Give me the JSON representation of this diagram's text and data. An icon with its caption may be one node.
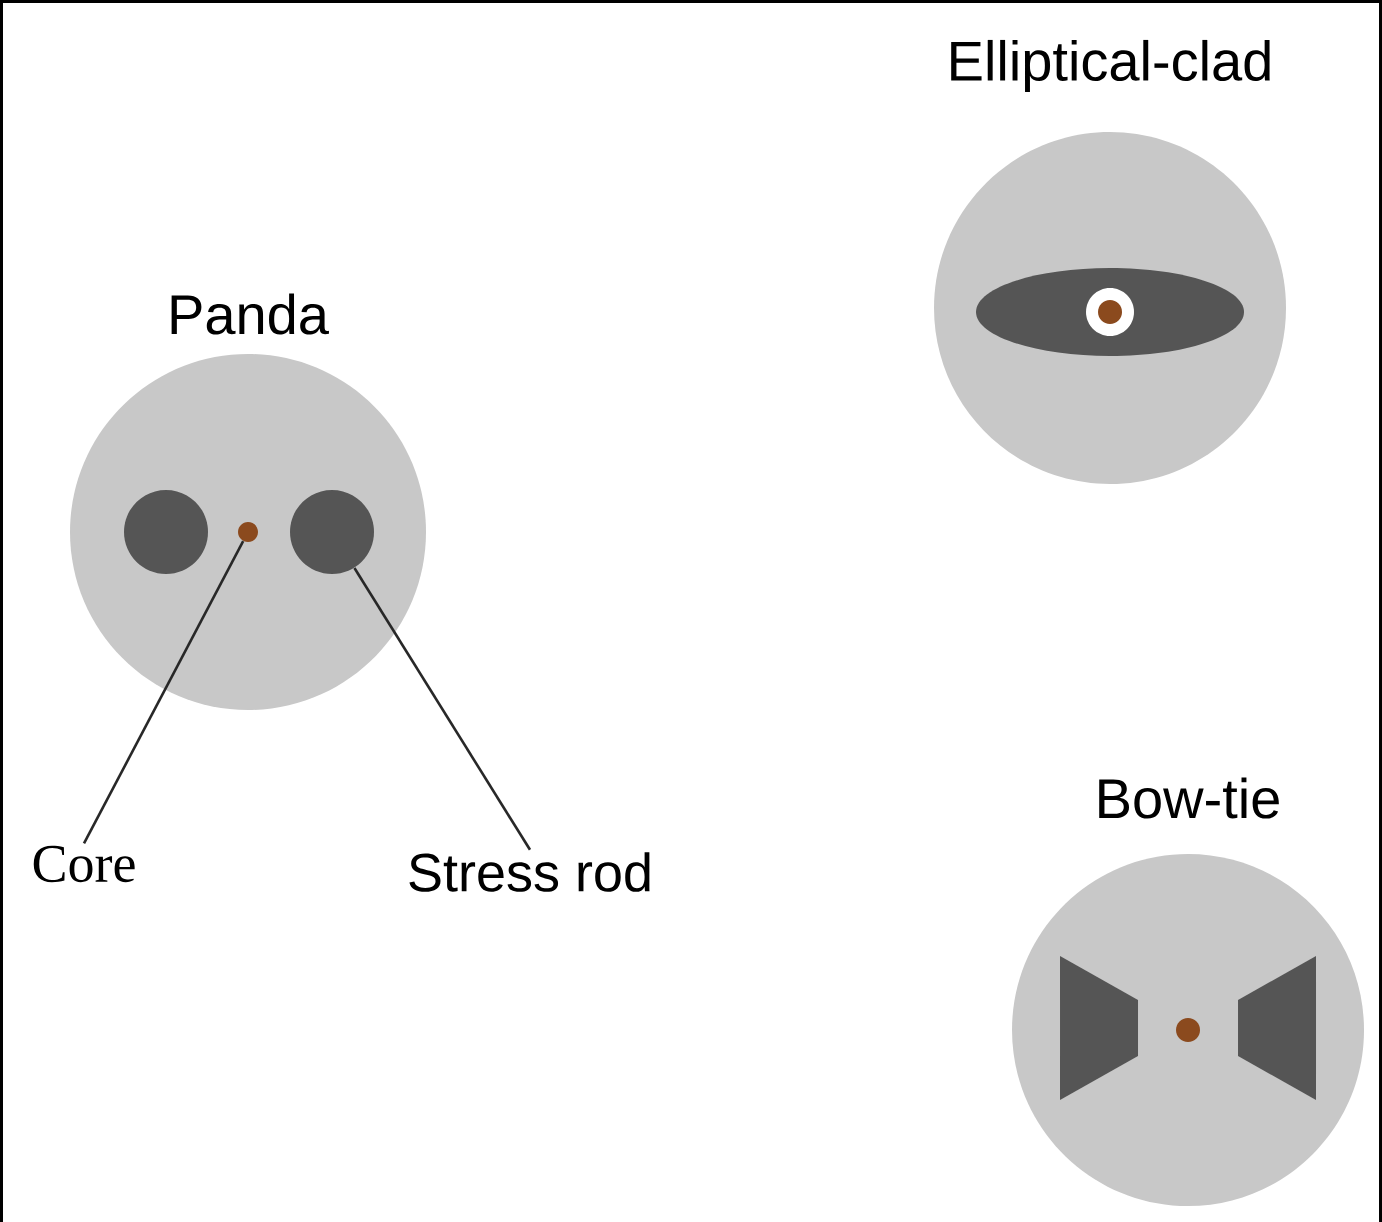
{
  "diagram": {
    "nodes": [
      {
        "text": [
          "Panda"
        ]
      },
      {
        "text": [],
        "shape": "circle",
        "in": 0
      },
      {
        "text": [],
        "shape": "circle",
        "in": 0
      },
      {
        "text": [],
        "shape": "circle",
        "in": 0
      },
      {
        "text": [
          "Core"
        ]
      },
      {
        "text": [
          "Stress rod"
        ]
      },
      {
        "text": [
          "Elliptical-clad"
        ]
      },
      {
        "text": [
          "Bow-tie"
        ]
      }
    ],
    "edges": [
      {
        "from": 4,
        "to": 2,
        "arrow": "none"
      },
      {
        "from": 5,
        "to": 3,
        "arrow": "none"
      }
    ]
  }
}
